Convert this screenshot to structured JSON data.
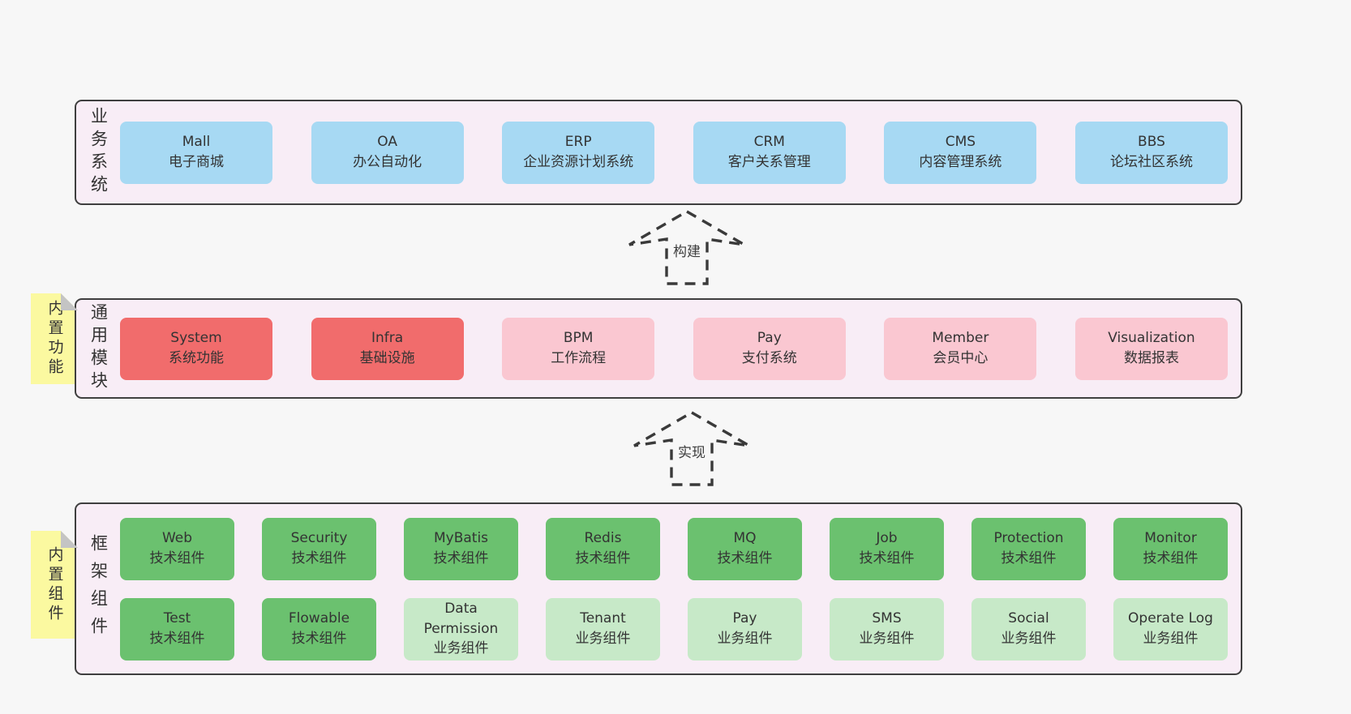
{
  "colors": {
    "bg": "#f7f7f7",
    "panel": "#f8edf6",
    "line": "#3f3f3f",
    "text": "#333333",
    "blue": "#a7d9f3",
    "red": "#f16c6c",
    "pink": "#fac7d1",
    "green": "#6bc16f",
    "lightgreen": "#c7e9c8",
    "sticky": "#fbf9a0",
    "fold": "#c4c4c4"
  },
  "business_row": {
    "label": "业务系统",
    "boxes": [
      {
        "title": "Mall",
        "subtitle": "电子商城"
      },
      {
        "title": "OA",
        "subtitle": "办公自动化"
      },
      {
        "title": "ERP",
        "subtitle": "企业资源计划系统"
      },
      {
        "title": "CRM",
        "subtitle": "客户关系管理"
      },
      {
        "title": "CMS",
        "subtitle": "内容管理系统"
      },
      {
        "title": "BBS",
        "subtitle": "论坛社区系统"
      }
    ]
  },
  "arrows": {
    "build": "构建",
    "implement": "实现"
  },
  "module_row": {
    "label": "通用模块",
    "sticky": "内置功能",
    "boxes": [
      {
        "title": "System",
        "subtitle": "系统功能"
      },
      {
        "title": "Infra",
        "subtitle": "基础设施"
      },
      {
        "title": "BPM",
        "subtitle": "工作流程"
      },
      {
        "title": "Pay",
        "subtitle": "支付系统"
      },
      {
        "title": "Member",
        "subtitle": "会员中心"
      },
      {
        "title": "Visualization",
        "subtitle": "数据报表"
      }
    ]
  },
  "component_row": {
    "label": "框架组件",
    "sticky": "内置组件",
    "top_boxes": [
      {
        "title": "Web",
        "subtitle": "技术组件"
      },
      {
        "title": "Security",
        "subtitle": "技术组件"
      },
      {
        "title": "MyBatis",
        "subtitle": "技术组件"
      },
      {
        "title": "Redis",
        "subtitle": "技术组件"
      },
      {
        "title": "MQ",
        "subtitle": "技术组件"
      },
      {
        "title": "Job",
        "subtitle": "技术组件"
      },
      {
        "title": "Protection",
        "subtitle": "技术组件"
      },
      {
        "title": "Monitor",
        "subtitle": "技术组件"
      }
    ],
    "bottom_boxes": [
      {
        "title": "Test",
        "subtitle": "技术组件"
      },
      {
        "title": "Flowable",
        "subtitle": "技术组件"
      },
      {
        "title": "Data Permission",
        "subtitle": "业务组件"
      },
      {
        "title": "Tenant",
        "subtitle": "业务组件"
      },
      {
        "title": "Pay",
        "subtitle": "业务组件"
      },
      {
        "title": "SMS",
        "subtitle": "业务组件"
      },
      {
        "title": "Social",
        "subtitle": "业务组件"
      },
      {
        "title": "Operate Log",
        "subtitle": "业务组件"
      }
    ]
  }
}
